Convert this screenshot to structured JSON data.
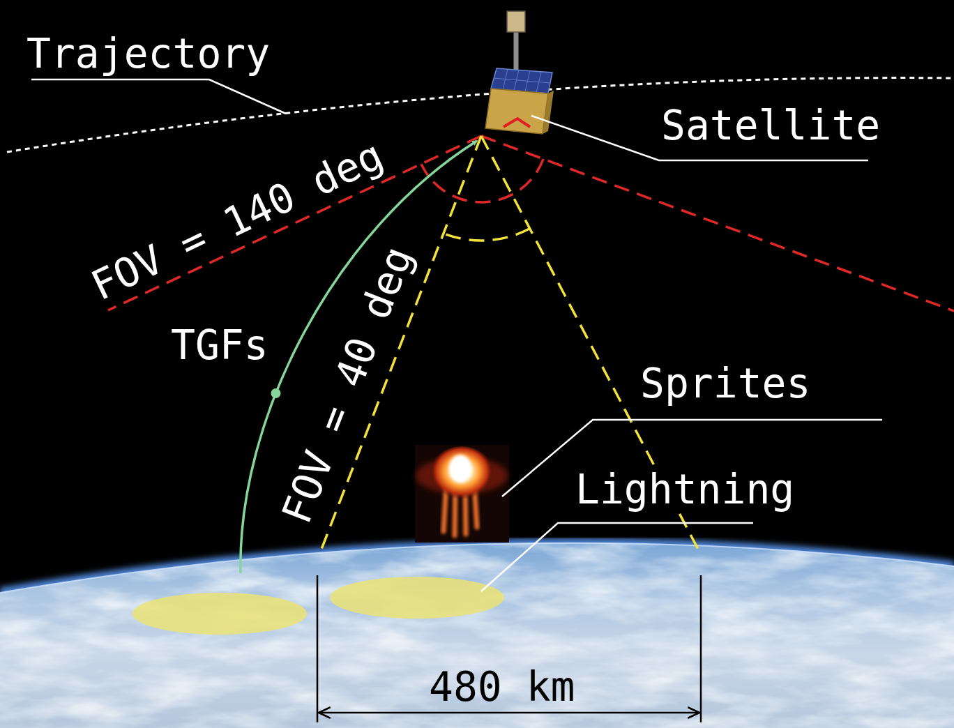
{
  "diagram": {
    "labels": [
      "Trajectory",
      "Satellite",
      "FOV = 140 deg",
      "TGFs",
      "FOV = 40 deg",
      "Sprites",
      "Lightning",
      "480 km"
    ]
  }
}
